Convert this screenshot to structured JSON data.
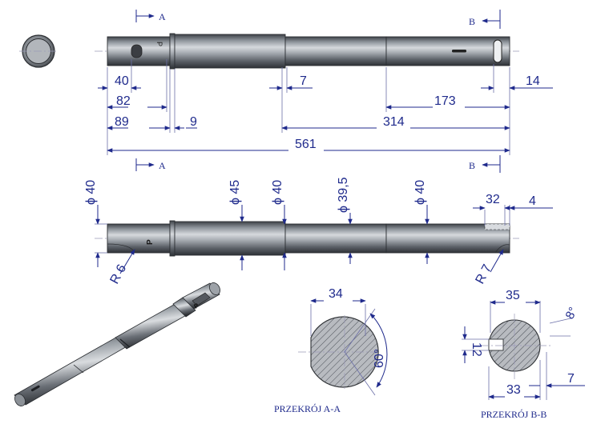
{
  "top_view": {
    "section_mark": "A",
    "section_mark_b": "B",
    "dims": {
      "d40": "40",
      "d82": "82",
      "d89": "89",
      "d9": "9",
      "d7": "7",
      "d173": "173",
      "d14": "14",
      "d314": "314",
      "d561": "561"
    },
    "lower_marks": {
      "a": "A",
      "b": "B"
    }
  },
  "side_view": {
    "diameters": {
      "d1": "ϕ 40",
      "d2": "ϕ 45",
      "d3": "ϕ 40",
      "d4": "ϕ 39,5",
      "d5": "ϕ 40"
    },
    "d32": "32",
    "d4_len": "4",
    "r6": "R 6",
    "r7": "R 7"
  },
  "section_a": {
    "title": "PRZEKRÓJ A-A",
    "width": "34",
    "angle": "60°"
  },
  "section_b": {
    "title": "PRZEKRÓJ B-B",
    "width": "35",
    "angle": "8°",
    "depth": "12",
    "bottom": "33",
    "offset": "7"
  },
  "iso_marking": "P"
}
